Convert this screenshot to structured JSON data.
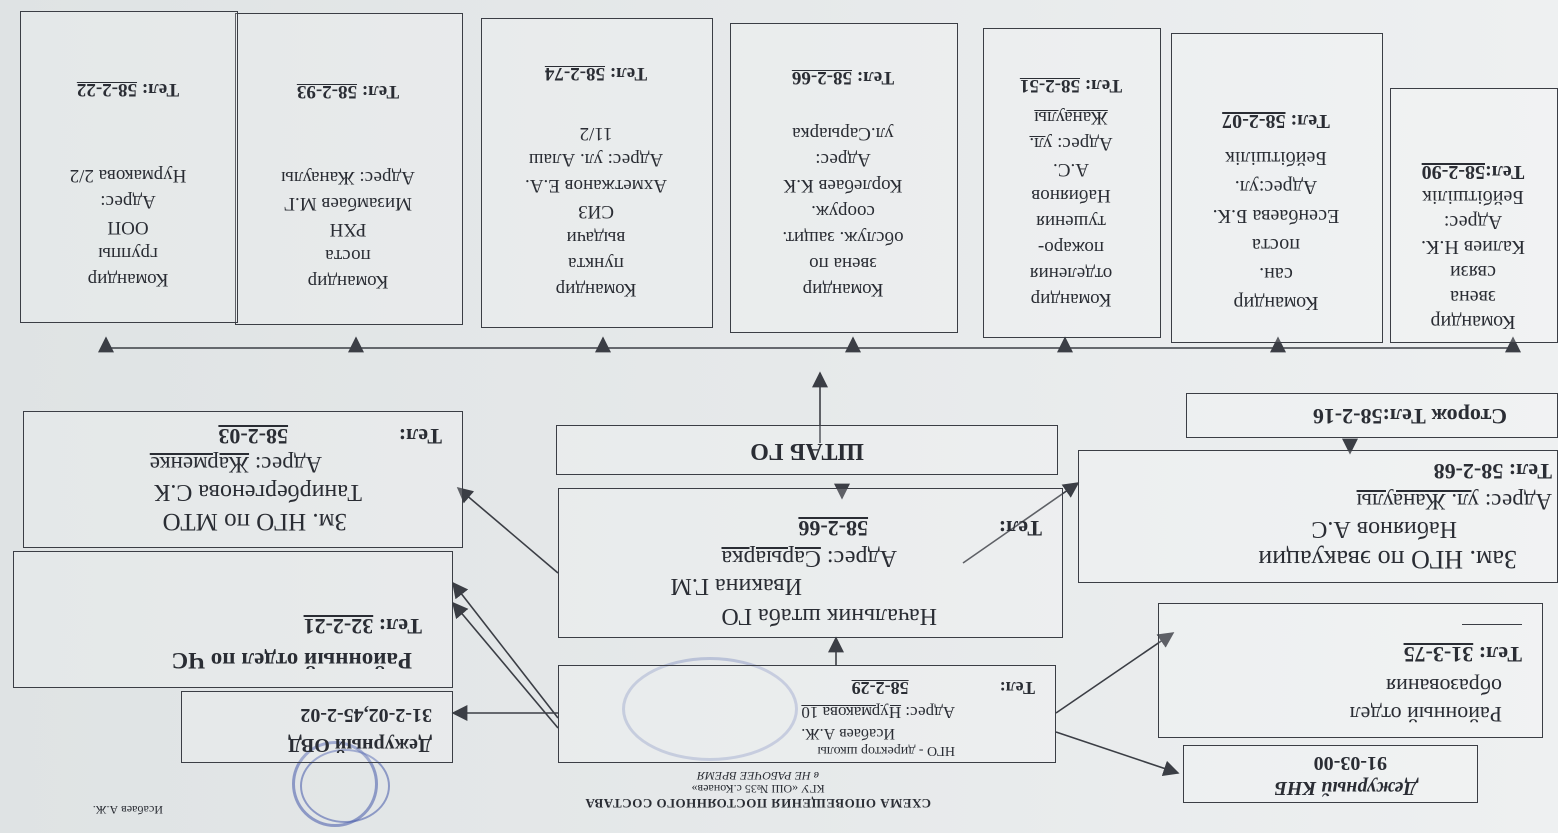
{
  "header": {
    "line1": "СХЕМА ОПОВЕЩЕНИЯ ПОСТОЯННОГО СОСТАВА",
    "line2": "КГУ «ОШ №35 с.Конаев»",
    "line3": "в НЕ РАБОЧЕЕ ВРЕМЯ",
    "approval": "Исабаев А.Ж."
  },
  "nachalnik_go": {
    "role": "НГО - директор школы",
    "name": "Исабаев А.Ж.",
    "address_label": "Адрес:",
    "address": "Нурмакова 10",
    "tel_label": "Тел:",
    "tel": "58-2-29"
  },
  "dezhurny_knb": {
    "title": "Дежурный КНБ",
    "tel": "91-03-00"
  },
  "rayonny_otdel_obrazovaniya": {
    "line1": "Районный отдел",
    "line2": "образования",
    "tel_label": "Тел:",
    "tel": "31-3-75"
  },
  "dezhurny_ovd": {
    "title": "Дежурный ОВД",
    "tel": "31-2-02,45-2-02"
  },
  "rayonny_otdel_chs": {
    "title": "Районный отдел по ЧС",
    "tel_label": "Тел:",
    "tel": "32-2-21"
  },
  "nachalnik_shtaba": {
    "title": "Начальник штаба ГО",
    "name": "Ивакина Г.М",
    "address_label": "Адрес:",
    "address": "Сарыарка",
    "tel_label": "Тел:",
    "tel": "58-2-66"
  },
  "zam_evakuacii": {
    "title": "Зам. НГО по эвакуации",
    "name": "Набиянов А.С",
    "address_label": "Адрес:",
    "address": "ул. Жанаулы",
    "tel_label": "Тел:",
    "tel": "58-2-68"
  },
  "zam_mto": {
    "title": "Зм. НГО по МТО",
    "name": "Танирбергенова С.К",
    "address_label": "Адрес:",
    "address": "Жарменке",
    "tel_label": "Тел:",
    "tel": "58-2-03"
  },
  "shtab_go": {
    "title": "ШТАБ ГО"
  },
  "storozh": {
    "title": "Сторож Тел:58-2-16"
  },
  "commanders": [
    {
      "l1": "Командир",
      "l2": "звена",
      "l3": "связи",
      "name": "Калиев Н.К.",
      "addr_label": "Адрес:",
      "addr": "Бейбітшілік",
      "tel_label": "Тел:",
      "tel": "58-2-90"
    },
    {
      "l1": "Командир",
      "l2": "сан.",
      "l3": "поста",
      "name": "Есенбаева Б.К.",
      "addr_label": "Адрес:ул.",
      "addr": "Бейбітшілік",
      "tel_label": "Тел:",
      "tel": "58-2-07"
    },
    {
      "l1": "Командир",
      "l2": "отделения",
      "l3": "пожаро-",
      "l4": "тушения",
      "name1": "Набиянов",
      "name2": "А.С.",
      "addr_label": "Адрес:",
      "addr_ul": "ул.",
      "addr": "Жанаулы",
      "tel_label": "Тел:",
      "tel": "58-2-51"
    },
    {
      "l1": "Командир",
      "l2": "звена по",
      "l3": "обслуж. защит.",
      "l4": "сооруж.",
      "name": "Корлебаев К.К",
      "addr_label": "Адрес:",
      "addr": "ул.Сарыарка",
      "tel_label": "Тел:",
      "tel": "58-2-66"
    },
    {
      "l1": "Командир",
      "l2": "пункта",
      "l3": "выдачи",
      "l4": "СИЗ",
      "name": "Ахметжанов Е.А.",
      "addr_label": "Адрес: ул. Алаш",
      "addr": "11/2",
      "tel_label": "Тел:",
      "tel": "58-2-74"
    },
    {
      "l1": "Командир",
      "l2": "поста",
      "l3": "РХН",
      "name": "Мизамбаев М.Г",
      "addr_label": "Адрес:",
      "addr": "Жанаулы",
      "tel_label": "Тел:",
      "tel": "58-2-93"
    },
    {
      "l1": "Командир",
      "l2": "группы",
      "l3": "ООП",
      "name": "",
      "addr_label": "Адрес:",
      "addr": "Нурмакова 2/2",
      "tel_label": "Тел:",
      "tel": "58-2-22"
    }
  ]
}
